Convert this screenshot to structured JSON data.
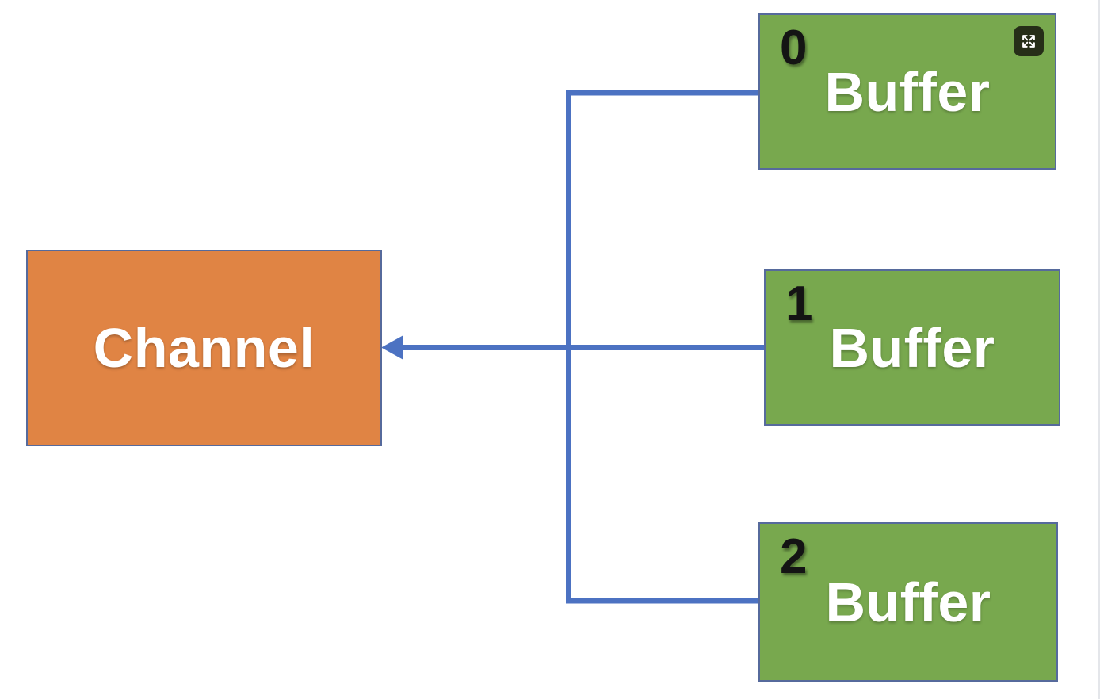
{
  "diagram": {
    "kind": "fan-in flow diagram",
    "channel": {
      "label": "Channel"
    },
    "buffers": [
      {
        "index": "0",
        "label": "Buffer",
        "has_expand_button": true
      },
      {
        "index": "1",
        "label": "Buffer",
        "has_expand_button": false
      },
      {
        "index": "2",
        "label": "Buffer",
        "has_expand_button": false
      }
    ],
    "connections": [
      {
        "from": "Buffer 0",
        "to": "Channel",
        "arrow": "into Channel"
      },
      {
        "from": "Buffer 1",
        "to": "Channel",
        "arrow": "into Channel"
      },
      {
        "from": "Buffer 2",
        "to": "Channel",
        "arrow": "into Channel"
      }
    ],
    "icons": {
      "expand": "expand-arrows-fullscreen"
    },
    "colors": {
      "channel_fill": "#E08444",
      "buffer_fill": "#78A84E",
      "box_border": "#566A9C",
      "connector": "#4C72C2",
      "label_text": "#FFFFFF",
      "index_text": "#141414",
      "expand_bg": "#262E18"
    }
  }
}
